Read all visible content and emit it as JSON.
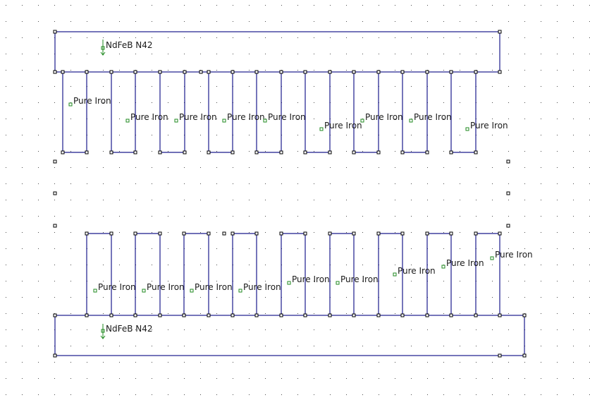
{
  "colors": {
    "background": "#ffffff",
    "grid_dot": "#4d4d4d",
    "geometry_line": "#1a1a8c",
    "node_outline": "#000000",
    "label_marker": "#1f8a1f",
    "label_text": "#1a1a1a"
  },
  "materials": {
    "magnet": "NdFeB N42",
    "iron": "Pure Iron"
  },
  "labels": {
    "top_magnet": "NdFeB N42",
    "bottom_magnet": "NdFeB N42",
    "top_iron": [
      "Pure Iron",
      "Pure Iron",
      "Pure Iron",
      "Pure Iron",
      "Pure Iron",
      "Pure Iron",
      "Pure Iron",
      "Pure Iron",
      "Pure Iron"
    ],
    "bottom_iron": [
      "Pure Iron",
      "Pure Iron",
      "Pure Iron",
      "Pure Iron",
      "Pure Iron",
      "Pure Iron",
      "Pure Iron",
      "Pure Iron",
      "Pure Iron"
    ]
  }
}
